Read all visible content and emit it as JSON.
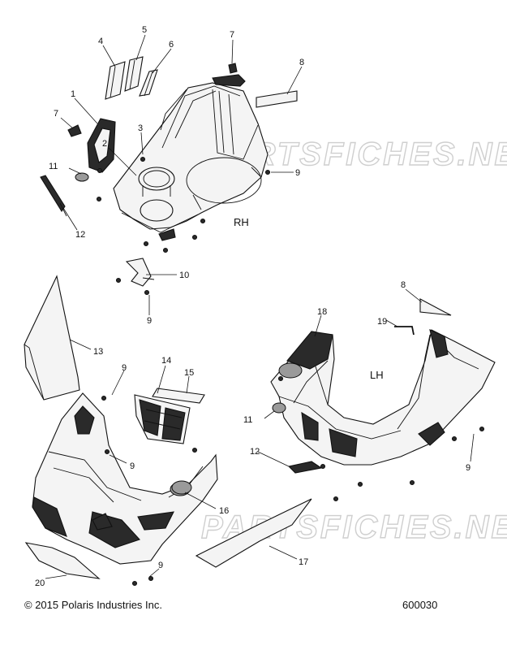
{
  "watermark": "PARTSFICHES.NET",
  "side_labels": {
    "rh": "RH",
    "lh": "LH"
  },
  "callouts": [
    "1",
    "2",
    "3",
    "4",
    "5",
    "6",
    "7",
    "7",
    "8",
    "8",
    "9",
    "9",
    "9",
    "9",
    "9",
    "9",
    "10",
    "11",
    "11",
    "12",
    "12",
    "13",
    "14",
    "15",
    "16",
    "17",
    "18",
    "19",
    "20"
  ],
  "footer": {
    "copyright": "© 2015 Polaris Industries Inc.",
    "diagram_number": "600030"
  }
}
